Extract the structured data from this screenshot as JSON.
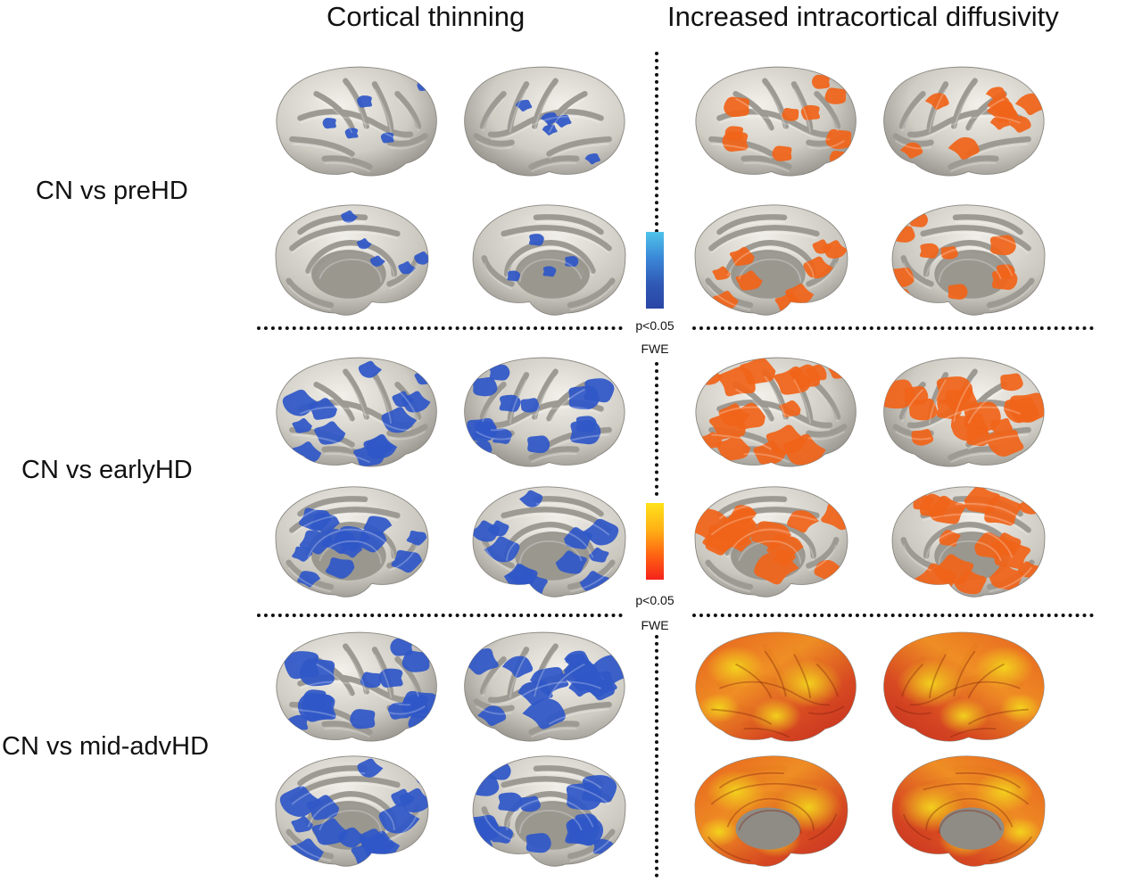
{
  "columns": {
    "left_title": "Cortical thinning",
    "right_title": "Increased intracortical diffusivity"
  },
  "rows": [
    {
      "label": "CN vs preHD"
    },
    {
      "label": "CN vs earlyHD"
    },
    {
      "label": "CN vs mid-advHD"
    }
  ],
  "legend_thinning": {
    "p_label": "p<0.05",
    "corr_label": "FWE",
    "color_top": "#4fc3ea",
    "color_bottom": "#2a45a5"
  },
  "legend_diffusivity": {
    "p_label": "p<0.05",
    "corr_label": "FWE",
    "color_top": "#ffe31a",
    "color_bottom": "#f5221a"
  },
  "colors": {
    "cortex_base": "#b9b6ae",
    "cortex_gyri": "#efede7",
    "thinning": "#2f57c7",
    "diffusivity": "#f0641a",
    "diffusivity_high": "#f4d318"
  }
}
